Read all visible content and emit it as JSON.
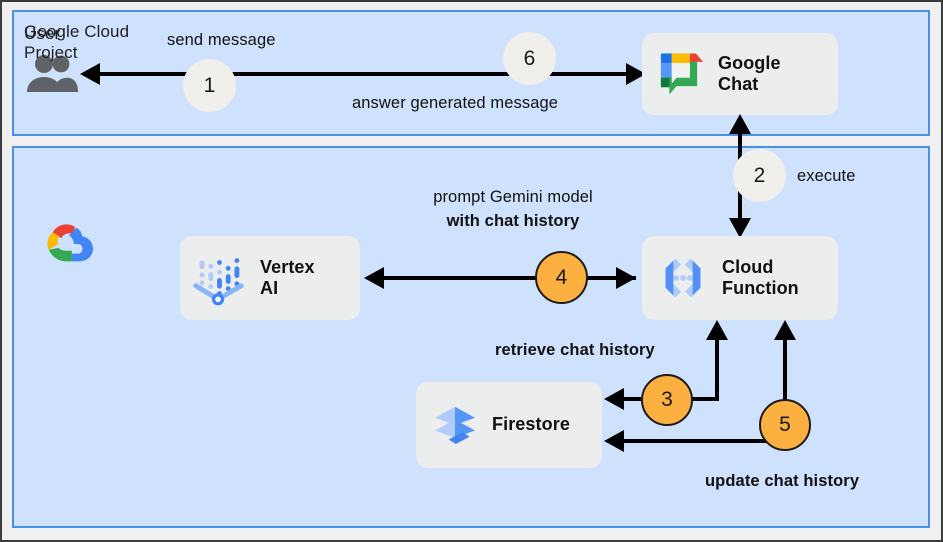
{
  "theme": {
    "panel_bg": "#cfe2fd",
    "panel_border": "#4a90e8",
    "card_bg": "#eceded",
    "canvas_bg": "#f0f0f0",
    "badge_orange": "#fbb040",
    "badge_light": "#f1efec",
    "arrow": "#000000"
  },
  "panels": {
    "user": {
      "title": "User"
    },
    "gcp": {
      "title": "Google Cloud\nProject"
    }
  },
  "icons": {
    "user": "users-icon",
    "google_cloud": "google-cloud-logo",
    "google_chat": "google-chat-icon",
    "vertex_ai": "vertex-ai-icon",
    "cloud_function": "cloud-function-icon",
    "firestore": "firestore-icon"
  },
  "cards": [
    {
      "id": "google-chat",
      "label": "Google\nChat"
    },
    {
      "id": "vertex-ai",
      "label": "Vertex\nAI"
    },
    {
      "id": "cloud-function",
      "label": "Cloud\nFunction"
    },
    {
      "id": "firestore",
      "label": "Firestore"
    }
  ],
  "steps": [
    {
      "number": "1",
      "style": "light"
    },
    {
      "number": "2",
      "style": "light"
    },
    {
      "number": "3",
      "style": "orange"
    },
    {
      "number": "4",
      "style": "orange"
    },
    {
      "number": "5",
      "style": "orange"
    },
    {
      "number": "6",
      "style": "light"
    }
  ],
  "edge_labels": {
    "send_message": "send message",
    "answer_generated_message": "answer generated message",
    "execute": "execute",
    "prompt_line1": "prompt Gemini model",
    "prompt_line2": "with chat history",
    "retrieve_chat_history": "retrieve chat history",
    "update_chat_history": "update chat history"
  }
}
